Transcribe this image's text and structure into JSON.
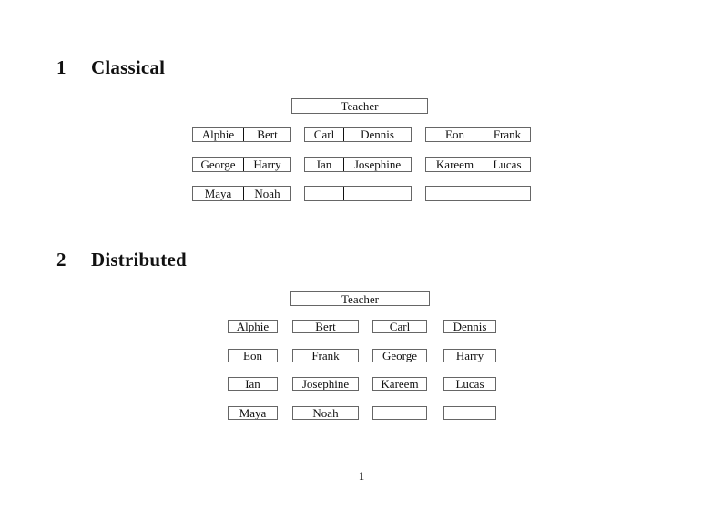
{
  "classical": {
    "heading_number": "1",
    "heading_title": "Classical",
    "teacher_label": "Teacher",
    "desks": [
      {
        "seats": [
          "Alphie",
          "Bert"
        ]
      },
      {
        "seats": [
          "Carl",
          "Dennis"
        ]
      },
      {
        "seats": [
          "Eon",
          "Frank"
        ]
      },
      {
        "seats": [
          "George",
          "Harry"
        ]
      },
      {
        "seats": [
          "Ian",
          "Josephine"
        ]
      },
      {
        "seats": [
          "Kareem",
          "Lucas"
        ]
      },
      {
        "seats": [
          "Maya",
          "Noah"
        ]
      },
      {
        "seats": [
          "",
          ""
        ]
      },
      {
        "seats": [
          "",
          ""
        ]
      }
    ]
  },
  "distributed": {
    "heading_number": "2",
    "heading_title": "Distributed",
    "teacher_label": "Teacher",
    "seats": [
      "Alphie",
      "Bert",
      "Carl",
      "Dennis",
      "Eon",
      "Frank",
      "George",
      "Harry",
      "Ian",
      "Josephine",
      "Kareem",
      "Lucas",
      "Maya",
      "Noah",
      "",
      ""
    ]
  },
  "page": {
    "number": "1"
  }
}
